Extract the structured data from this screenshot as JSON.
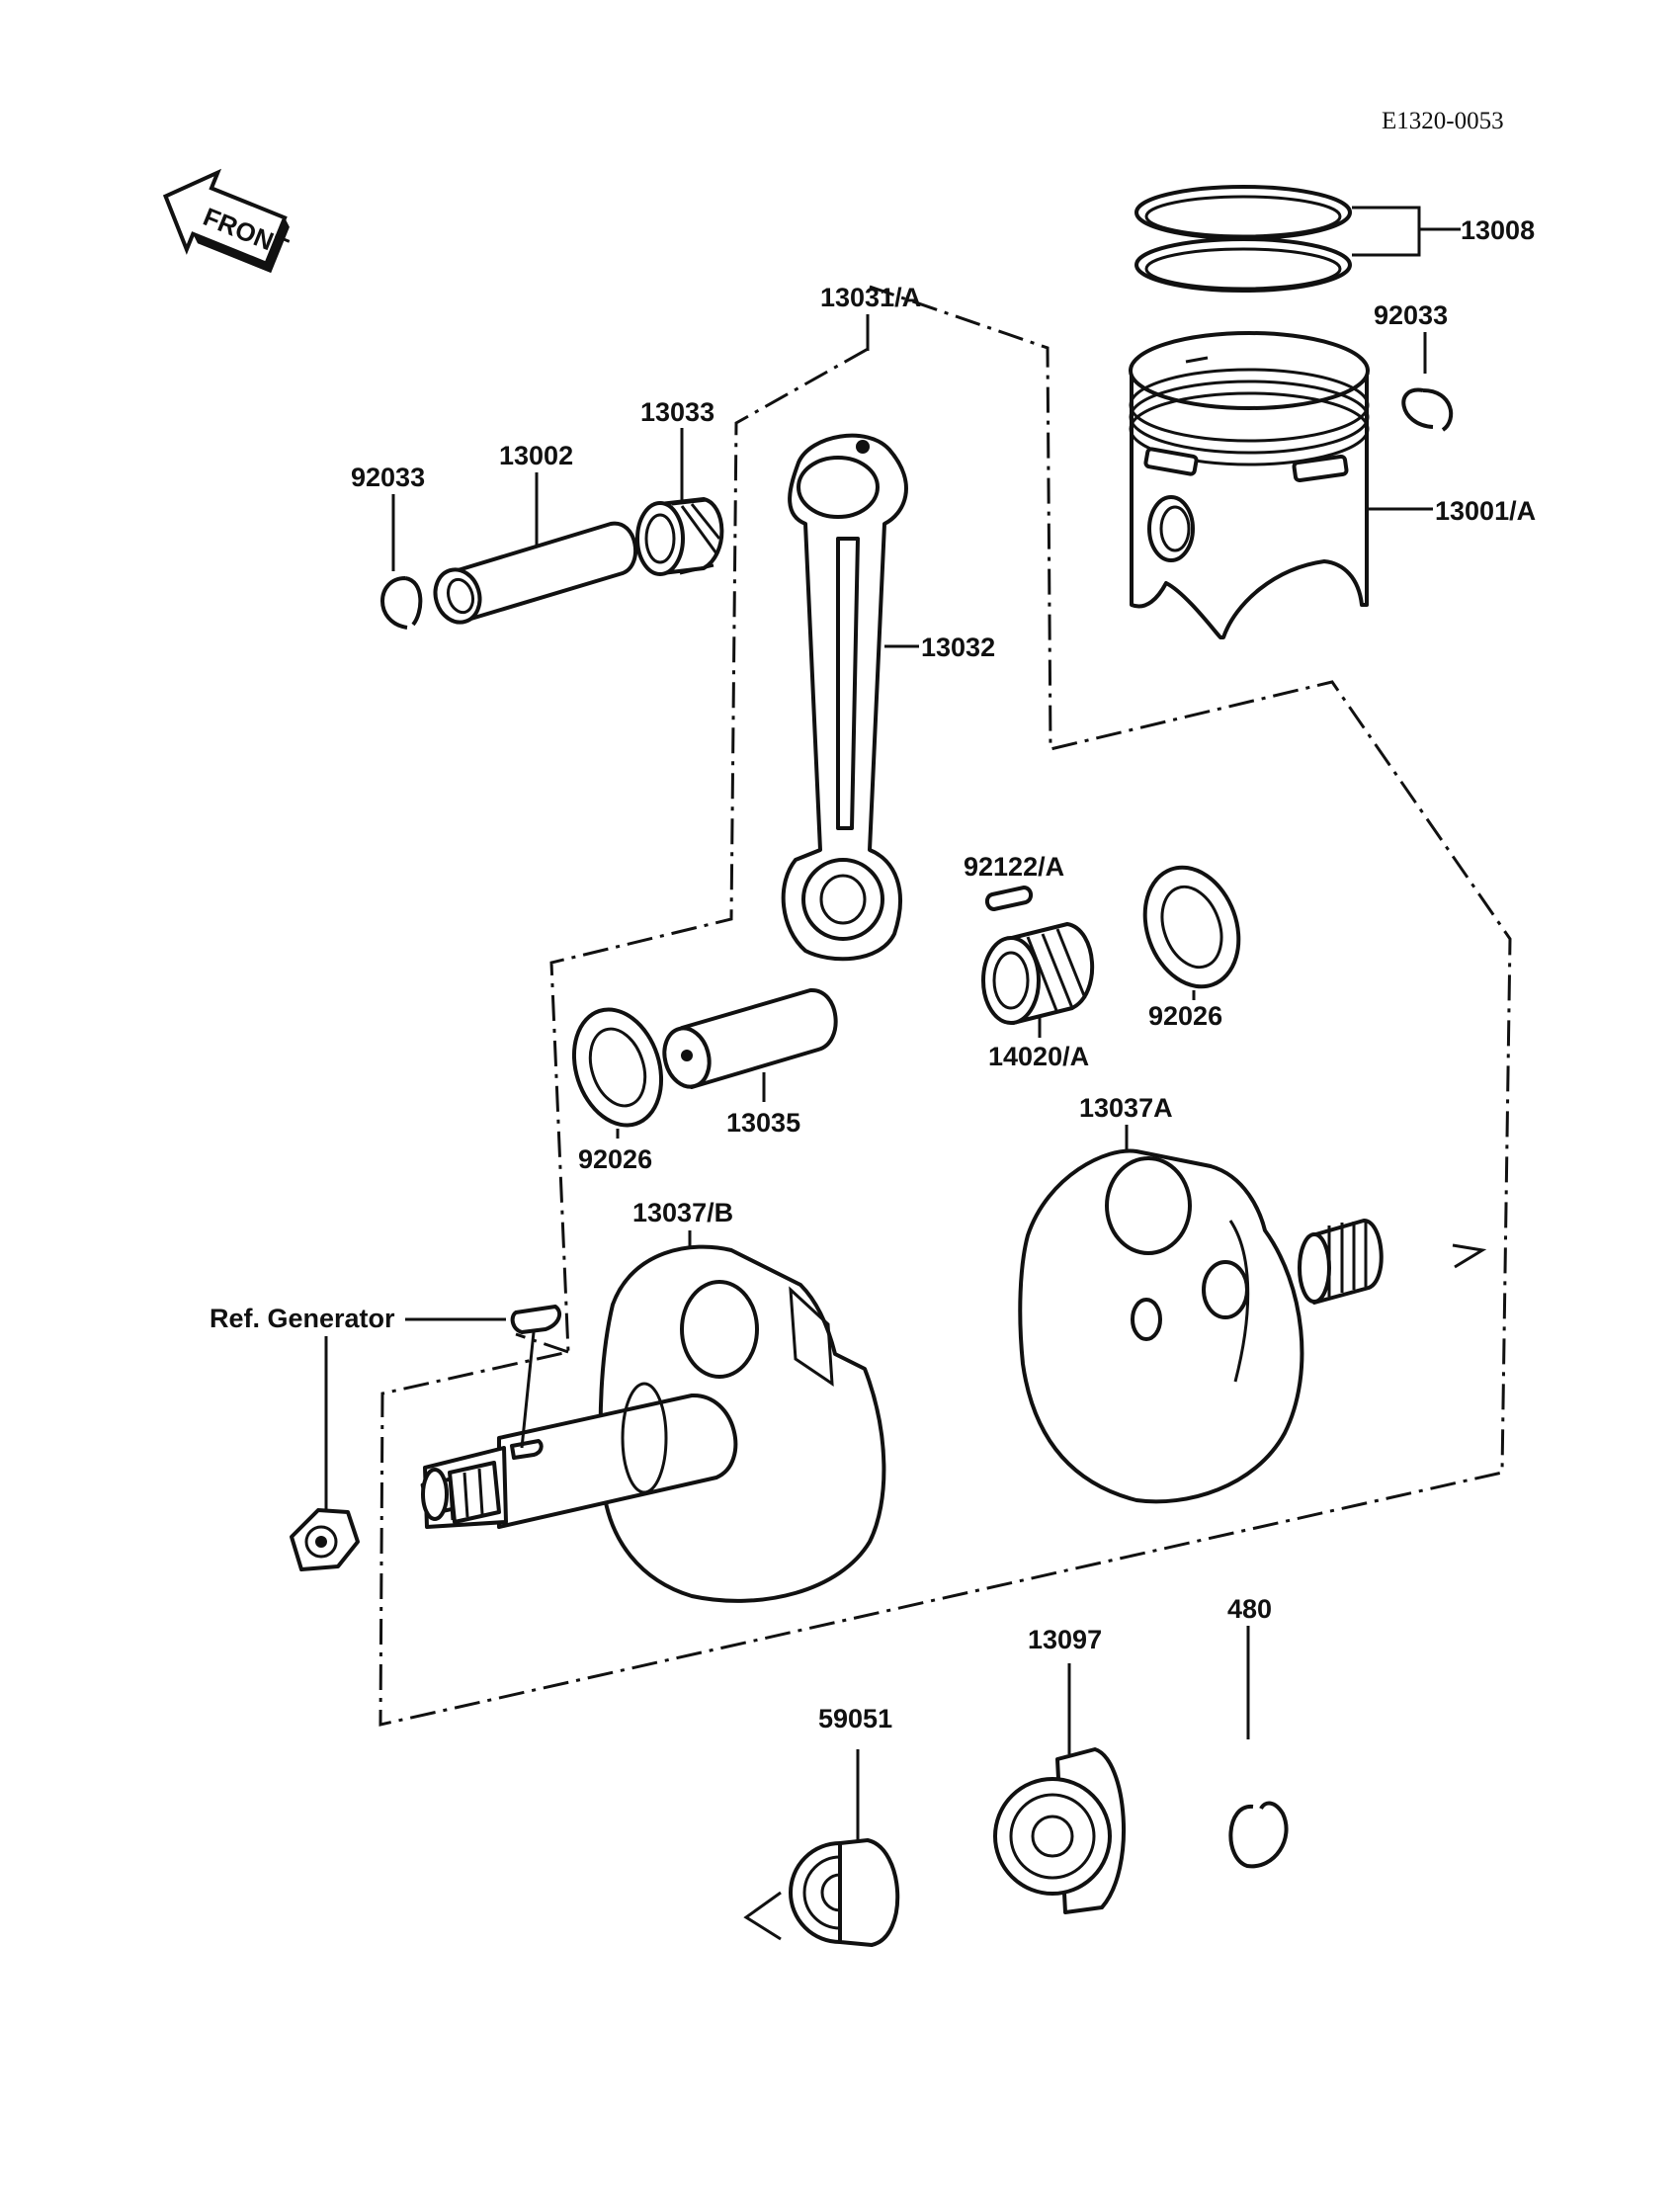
{
  "diagram_code": "E1320-0053",
  "front_label": "FRONT",
  "parts": {
    "piston_ring": "13008",
    "piston_clip_right": "92033",
    "piston": "13001/A",
    "connecting_rod_assy": "13031/A",
    "piston_pin_bearing": "13033",
    "piston_pin": "13002",
    "piston_clip_left": "92033",
    "connecting_rod": "13032",
    "bearing_pin": "92122/A",
    "needle_bearing": "14020/A",
    "washer_right": "92026",
    "washer_left": "92026",
    "crankpin": "13035",
    "crankshaft_right": "13037A",
    "crankshaft_left": "13037/B",
    "ref_generator": "Ref. Generator",
    "gear_small": "59051",
    "gear_large": "13097",
    "circlip": "480"
  }
}
